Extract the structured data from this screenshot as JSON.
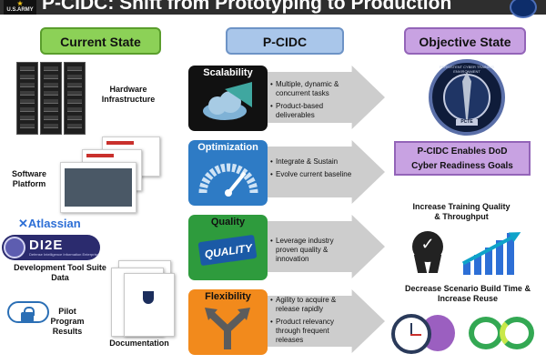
{
  "header": {
    "title": "P-CIDC: Shift from Prototyping to Production",
    "army_logo_text": "U.S.ARMY"
  },
  "columns": {
    "current": "Current State",
    "pcidc": "P-CIDC",
    "objective": "Objective State"
  },
  "current_state": {
    "hardware": "Hardware Infrastructure",
    "software": "Software Platform",
    "atlassian_prefix": "✕",
    "atlassian": "Atlassian",
    "dize_logo": "DI2E",
    "dize_subtitle": "Defense Intelligence Information Enterprise",
    "development": "Development Tool Suite Data",
    "pilot": "Pilot Program Results",
    "documentation": "Documentation"
  },
  "pcidc": {
    "tiles": [
      {
        "title": "Scalability",
        "bullets": [
          "Multiple, dynamic & concurrent tasks",
          "Product-based deliverables"
        ]
      },
      {
        "title": "Optimization",
        "bullets": [
          "Integrate & Sustain",
          "Evolve current baseline"
        ]
      },
      {
        "title": "Quality",
        "badge": "QUALITY",
        "bullets": [
          "Leverage industry proven quality & innovation"
        ]
      },
      {
        "title": "Flexibility",
        "bullets": [
          "Agility to acquire & release rapidly",
          "Product relevancy through frequent releases"
        ]
      }
    ]
  },
  "objective_state": {
    "seal_ring_text": "PERSISTENT CYBER TRAINING ENVIRONMENT",
    "seal_label": "PCTE",
    "goal_line1": "P-CIDC Enables DoD",
    "goal_line2": "Cyber Readiness Goals",
    "increase": "Increase Training Quality & Throughput",
    "decrease": "Decrease Scenario Build Time & Increase Reuse"
  },
  "icons": {
    "server": "server-rack-icon",
    "cloud": "cloud-icon",
    "gauge": "gauge-icon",
    "quality": "quality-badge-icon",
    "arrows": "split-arrows-icon",
    "award": "award-ribbon-icon",
    "growth": "growth-chart-icon",
    "clock": "clock-icon",
    "infinity": "infinity-icon"
  },
  "colors": {
    "current": "#8cd157",
    "pcidc": "#a9c6ea",
    "objective": "#c8a2e2",
    "scalability": "#111111",
    "optimization": "#2e7bc5",
    "quality": "#2e9b3d",
    "flexibility": "#f28a1c"
  }
}
